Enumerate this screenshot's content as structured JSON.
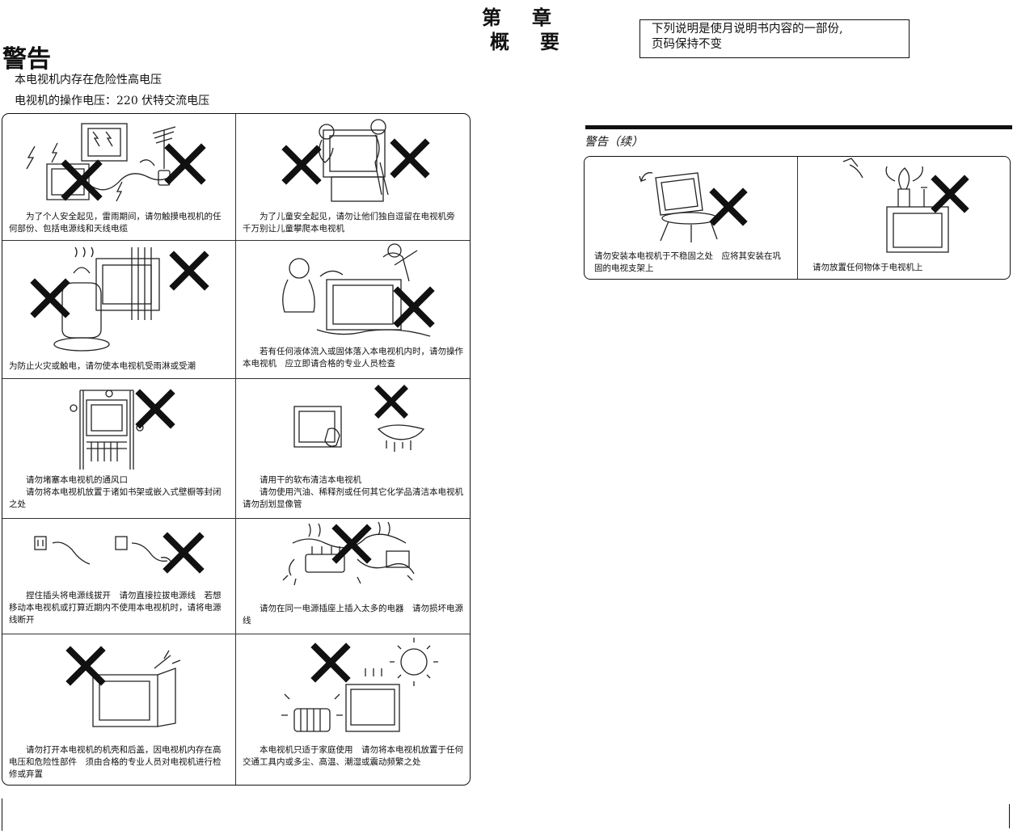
{
  "header": {
    "chapter_line1": "第章",
    "chapter_line2": "概要"
  },
  "warning": {
    "title": "警告",
    "intro_line1": "本电视机内存在危险性高电压",
    "intro_line2": "电视机的操作电压：220 伏特交流电压"
  },
  "note_box": {
    "line1": "下列说明是使月说明书内容的一部份,",
    "line2": "页码保持不变"
  },
  "continued_title": "警告（续）",
  "panels": {
    "lightning": {
      "p1": "为了个人安全起见，雷雨期间，请勿触摸电视机的任何部份、包括电源线和天线电缆"
    },
    "children": {
      "p1": "为了儿童安全起见，请勿让他们独自逗留在电视机旁　千万别让儿童攀爬本电视机"
    },
    "rain": {
      "p1": "为防止火灾或触电，请勿使本电视机受雨淋或受潮"
    },
    "liquid": {
      "p1": "若有任何液体流入或固体落入本电视机内时，请勿操作本电视机　应立即请合格的专业人员检查"
    },
    "vents": {
      "p1": "请勿堵塞本电视机的通风口",
      "p2": "请勿将本电视机放置于诸如书架或嵌入式壁橱等封闭之处"
    },
    "cleaning": {
      "p1": "请用干的软布清洁本电视机",
      "p2": "请勿使用汽油、稀释剂或任何其它化学品清洁本电视机　请勿刮划显像管"
    },
    "plug": {
      "p1": "捏住插头将电源线拔开　请勿直接拉拔电源线　若想移动本电视机或打算近期内不使用本电视机时，请将电源线断开"
    },
    "outlet": {
      "p1": "请勿在同一电源插座上插入太多的电器　请勿损坏电源线"
    },
    "cabinet": {
      "p1": "请勿打开本电视机的机壳和后盖，因电视机内存在高电压和危险性部件　须由合格的专业人员对电视机进行检修或弃置"
    },
    "heat": {
      "p1": "本电视机只适于家庭使用　请勿将本电视机放置于任何交通工具内或多尘、高温、潮湿或震动频繁之处"
    },
    "unstable": {
      "p1": "请勿安装本电视机于不稳固之处　应将其安装在巩固的电视支架上"
    },
    "objects_on_top": {
      "p1": "请勿放置任何物体于电视机上"
    }
  }
}
